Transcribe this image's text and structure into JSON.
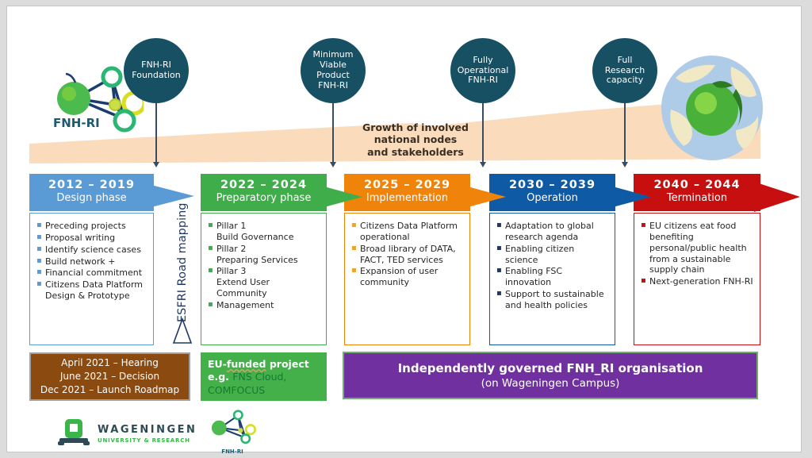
{
  "brand": {
    "logo_text_top": "FNH-RI",
    "logo_text_bottom": "FNH-RI"
  },
  "milestones": [
    {
      "label": "FNH-RI\nFoundation"
    },
    {
      "label": "Minimum\nViable\nProduct\nFNH-RI"
    },
    {
      "label": "Fully\nOperational\nFNH-RI"
    },
    {
      "label": "Full\nResearch\ncapacity"
    }
  ],
  "growth_label": "Growth of involved\nnational nodes\nand stakeholders",
  "esfri_label": "ESFRI Road mapping",
  "phases": [
    {
      "period": "2012 – 2019",
      "name": "Design phase",
      "bullets": [
        "Preceding projects",
        "Proposal writing",
        "Identify science cases",
        "Build network +",
        "Financial commitment",
        "Citizens Data Platform Design & Prototype"
      ]
    },
    {
      "period": "2022 – 2024",
      "name": "Preparatory phase",
      "bullets": [
        "Pillar 1\nBuild Governance",
        "Pillar 2\nPreparing Services",
        "Pillar 3\nExtend User Community",
        "Management"
      ]
    },
    {
      "period": "2025 – 2029",
      "name": "Implementation",
      "bullets": [
        "Citizens Data Platform operational",
        "Broad library of DATA, FACT, TED services",
        "Expansion of user community"
      ]
    },
    {
      "period": "2030 – 2039",
      "name": "Operation",
      "bullets": [
        "Adaptation to global research agenda",
        "Enabling citizen science",
        "Enabling FSC innovation",
        "Support to sustainable and health policies"
      ]
    },
    {
      "period": "2040 – 2044",
      "name": "Termination",
      "bullets": [
        "EU citizens eat food benefiting personal/public health from a sustainable supply chain",
        "Next-generation FNH-RI"
      ]
    }
  ],
  "brown_box": {
    "lines": [
      "April 2021  – Hearing",
      "June 2021 – Decision",
      "Dec 2021 – Launch Roadmap"
    ]
  },
  "green_box": {
    "pre": "EU-",
    "wavy": "funded",
    "post": " project",
    "eg": "e.g. ",
    "projects": "FNS Cloud,\nCOMFOCUS"
  },
  "purple_box": {
    "title": "Independently governed  FNH_RI organisation",
    "subtitle": "(on Wageningen Campus)"
  },
  "wageningen": {
    "line1": "WAGENINGEN",
    "line2": "UNIVERSITY & RESEARCH"
  },
  "colors": {
    "phase_blue": "#5b9bd5",
    "phase_green": "#3fad49",
    "phase_orange": "#f0830a",
    "phase_navy": "#0f5aa5",
    "phase_red": "#c80f0f",
    "milestone_circle": "#174f63",
    "growth_wedge": "#fadcbd",
    "brown_box": "#8b4a10",
    "green_box": "#43b049",
    "purple_box": "#7030a0"
  }
}
